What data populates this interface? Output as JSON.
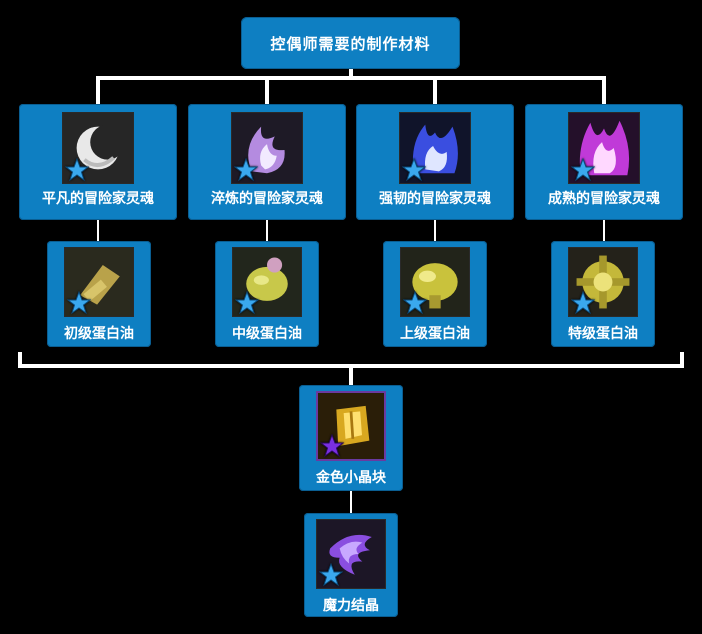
{
  "title": "控偶师需要的制作材料",
  "souls": [
    {
      "label": "平凡的冒险家灵魂",
      "icon": "white-soul-flame-icon"
    },
    {
      "label": "淬炼的冒险家灵魂",
      "icon": "violet-soul-flame-icon"
    },
    {
      "label": "强韧的冒险家灵魂",
      "icon": "blue-soul-flame-icon"
    },
    {
      "label": "成熟的冒险家灵魂",
      "icon": "magenta-soul-flame-icon"
    }
  ],
  "oils": [
    {
      "label": "初级蛋白油",
      "icon": "beginner-protein-oil-icon"
    },
    {
      "label": "中级蛋白油",
      "icon": "intermediate-protein-oil-icon"
    },
    {
      "label": "上级蛋白油",
      "icon": "advanced-protein-oil-icon"
    },
    {
      "label": "特级蛋白油",
      "icon": "premium-protein-oil-icon"
    }
  ],
  "crystal_block": {
    "label": "金色小晶块",
    "icon": "golden-crystal-block-icon"
  },
  "magic_crystal": {
    "label": "魔力结晶",
    "icon": "magic-crystal-icon"
  },
  "colors": {
    "box": "#0e7fc2",
    "connector": "#ffffff",
    "star_blue": "#3aa8ee",
    "star_purple": "#7a2fe0"
  }
}
